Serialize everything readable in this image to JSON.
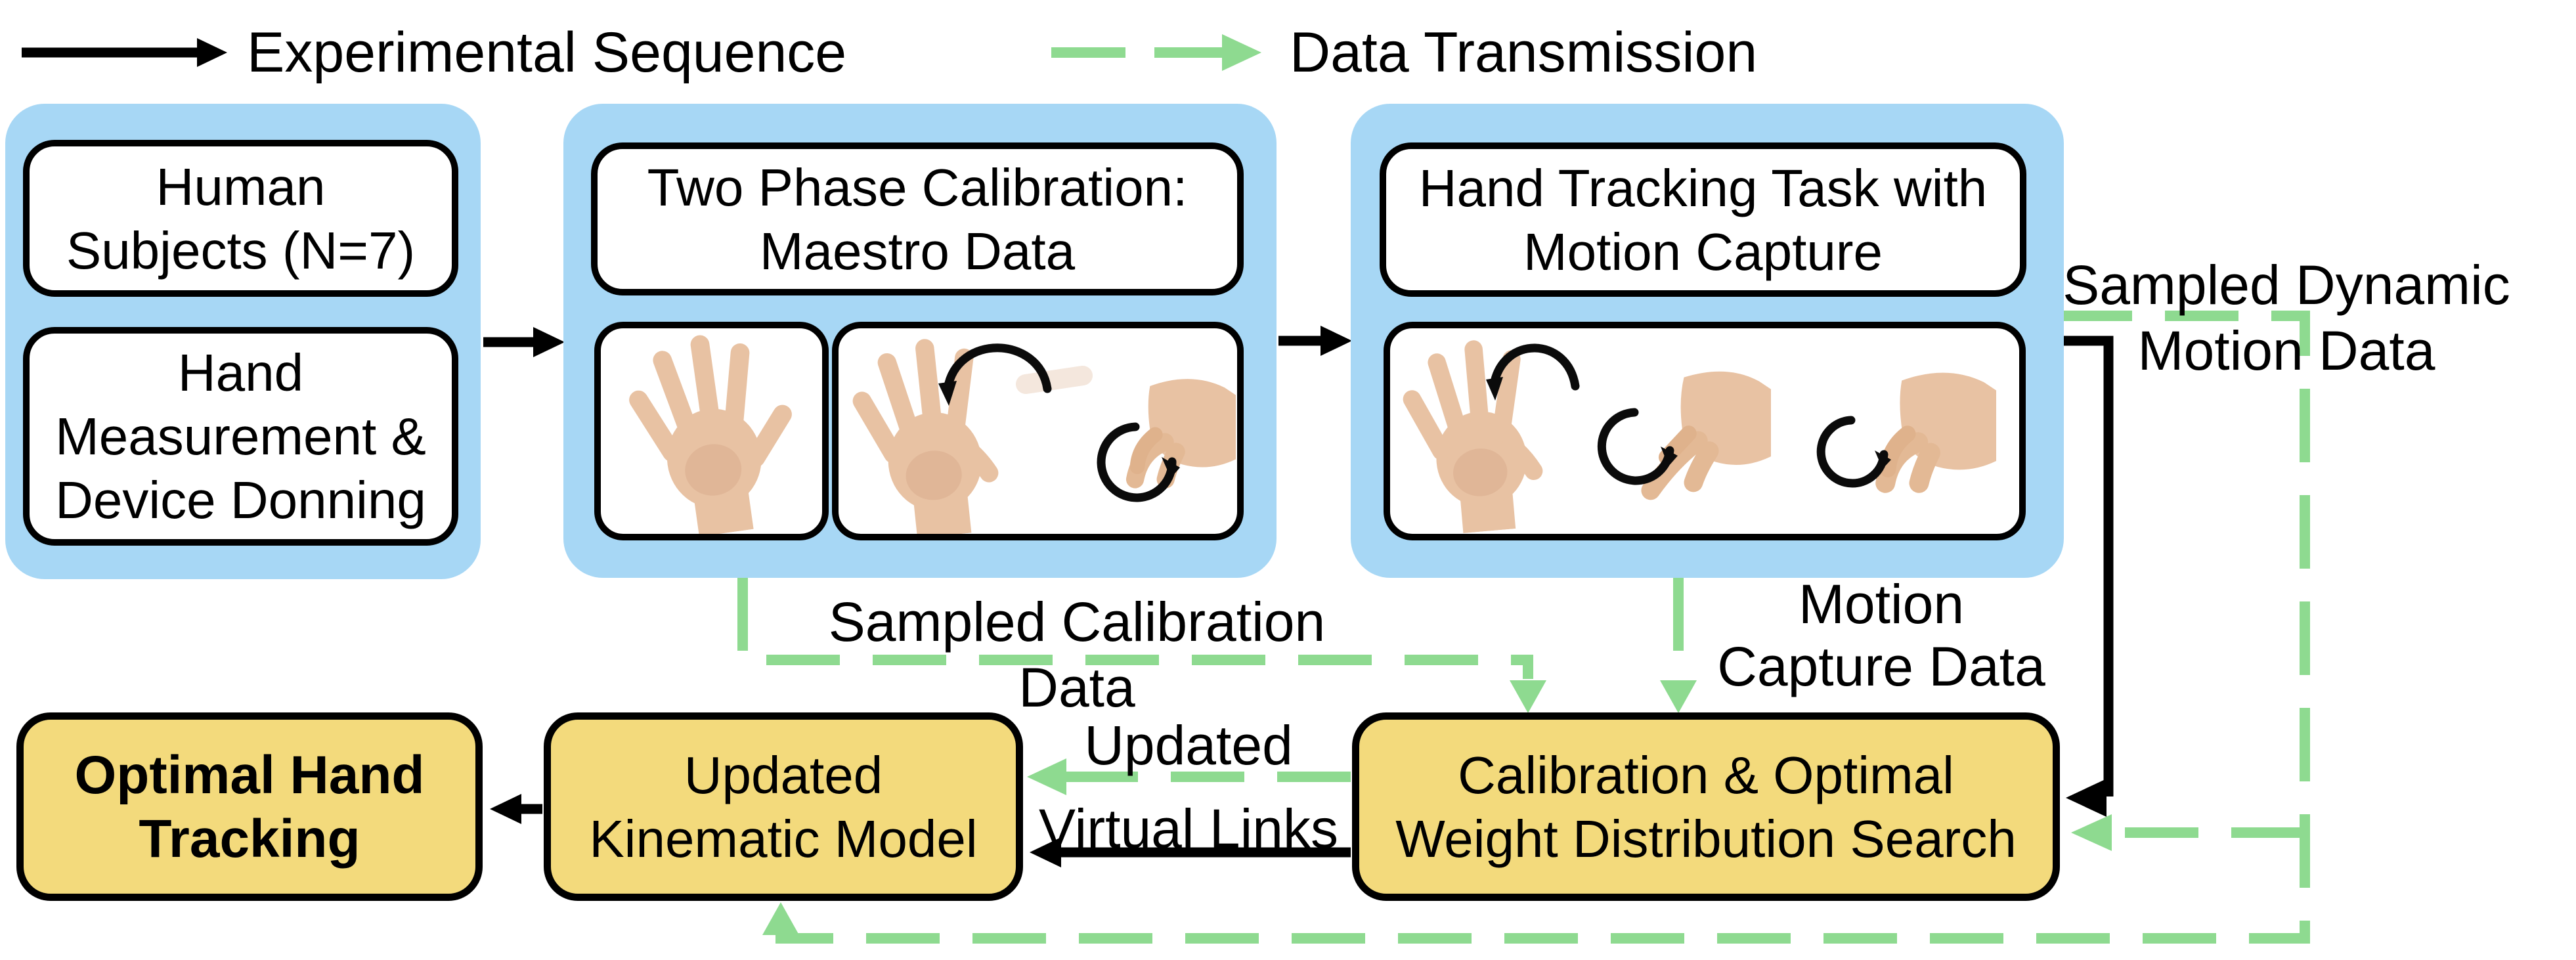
{
  "legend": {
    "sequence_label": "Experimental Sequence",
    "transmission_label": "Data Transmission"
  },
  "stages": {
    "human_subjects": "Human\nSubjects (N=7)",
    "hand_measurement": "Hand\nMeasurement &\nDevice Donning",
    "two_phase_calibration": "Two Phase Calibration:\nMaestro Data",
    "hand_tracking_task": "Hand Tracking Task with\nMotion Capture"
  },
  "processes": {
    "optimal_hand_tracking": "Optimal Hand\nTracking",
    "updated_kinematic_model": "Updated\nKinematic Model",
    "calibration_search": "Calibration & Optimal\nWeight Distribution Search"
  },
  "edge_labels": {
    "sampled_dynamic": "Sampled Dynamic\nMotion Data",
    "sampled_calibration": "Sampled Calibration Data",
    "motion_capture": "Motion\nCapture Data",
    "updated_virtual_links": "Updated\nVirtual Links"
  },
  "icons": {
    "hand_photos": [
      "open-palm-hand-photo",
      "thumb-rotation-hand-photo",
      "finger-pinch-hand-photo"
    ],
    "arrow_types": [
      "solid-black-arrow",
      "dashed-green-arrow"
    ]
  },
  "colors": {
    "stage_fill": "#A7D7F5",
    "process_fill": "#F3DA7C",
    "transmission": "#8EDA90",
    "sequence": "#000000"
  }
}
